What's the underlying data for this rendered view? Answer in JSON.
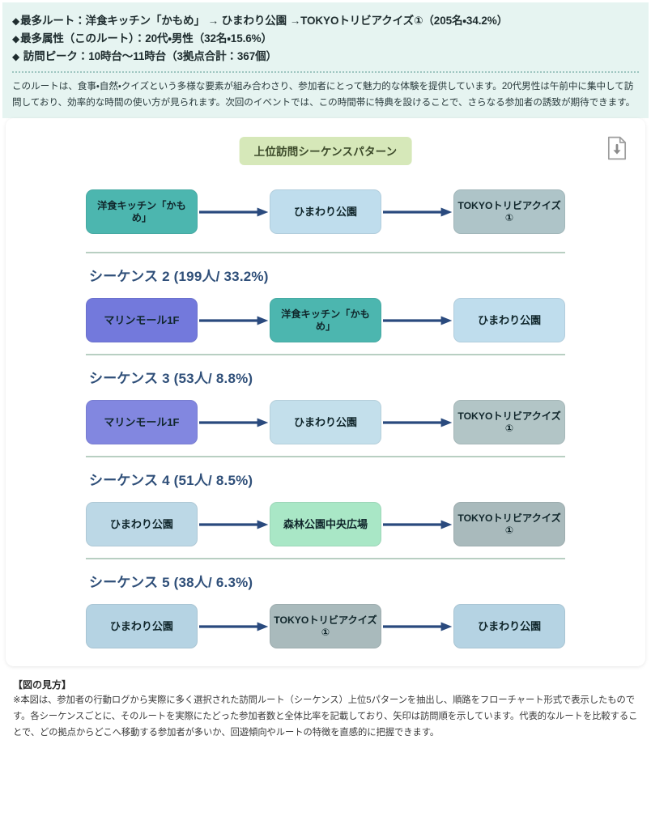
{
  "summary": {
    "bullets": [
      {
        "mark": "◆",
        "text": "最多ルート：洋食キッチン「かもめ」 → ひまわり公園 →TOKYOトリビアクイズ①（205名・34.2%）"
      },
      {
        "mark": "◆",
        "text": "最多属性（このルート）：20代・男性（32名・15.6%）"
      },
      {
        "mark": "◆",
        "text": " 訪問ピーク：10時台〜11時台（3拠点合計：367個）"
      }
    ],
    "paragraph": "このルートは、食事・自然・クイズという多様な要素が組み合わさり、参加者にとって魅力的な体験を提供しています。20代男性は午前中に集中して訪問しており、効率的な時間の使い方が見られます。次回のイベントでは、この時間帯に特典を設けることで、さらなる参加者の誘致が期待できます。"
  },
  "chart": {
    "title": "上位訪問シーケンスパターン",
    "download_icon": "download-file-icon",
    "arrow_color": "#2a4a7e",
    "divider_color": "#b8cfc2",
    "heading_color": "#2f4f79",
    "colors": {
      "restaurant": "#4cb6af",
      "park_light": "#bfdded",
      "park_blue": "#aed0e3",
      "quiz_gray": "#aec4c8",
      "mall_purple": "#7379dc",
      "forest_green": "#a9e7c6"
    }
  },
  "chart_data": {
    "type": "diagram",
    "title": "上位訪問シーケンスパターン",
    "sequences": [
      {
        "label": "",
        "count": 205,
        "count_unit": "人",
        "percent": 34.2,
        "show_heading": false,
        "nodes": [
          {
            "label": "洋食キッチン「かもめ」",
            "color": "#4cb6af",
            "small": true
          },
          {
            "label": "ひまわり公園",
            "color": "#bfdded",
            "small": false
          },
          {
            "label": "TOKYOトリビアクイズ①",
            "color": "#aec4c8",
            "small": true
          }
        ]
      },
      {
        "label": "シーケンス 2 (199人/ 33.2%)",
        "count": 199,
        "count_unit": "人",
        "percent": 33.2,
        "show_heading": true,
        "nodes": [
          {
            "label": "マリンモール1F",
            "color": "#7379dc",
            "small": false
          },
          {
            "label": "洋食キッチン「かもめ」",
            "color": "#4cb6af",
            "small": true
          },
          {
            "label": "ひまわり公園",
            "color": "#bfdded",
            "small": false
          }
        ]
      },
      {
        "label": "シーケンス 3 (53人/ 8.8%)",
        "count": 53,
        "count_unit": "人",
        "percent": 8.8,
        "show_heading": true,
        "nodes": [
          {
            "label": "マリンモール1F",
            "color": "#8287e0",
            "small": false
          },
          {
            "label": "ひまわり公園",
            "color": "#c3dfeb",
            "small": false
          },
          {
            "label": "TOKYOトリビアクイズ①",
            "color": "#b2c5c6",
            "small": true
          }
        ]
      },
      {
        "label": "シーケンス 4 (51人/ 8.5%)",
        "count": 51,
        "count_unit": "人",
        "percent": 8.5,
        "show_heading": true,
        "nodes": [
          {
            "label": "ひまわり公園",
            "color": "#bcd8e6",
            "small": false
          },
          {
            "label": "森林公園中央広場",
            "color": "#a9e7c6",
            "small": false
          },
          {
            "label": "TOKYOトリビアクイズ①",
            "color": "#a9babc",
            "small": true
          }
        ]
      },
      {
        "label": "シーケンス 5 (38人/ 6.3%)",
        "count": 38,
        "count_unit": "人",
        "percent": 6.3,
        "show_heading": true,
        "nodes": [
          {
            "label": "ひまわり公園",
            "color": "#b5d3e3",
            "small": false
          },
          {
            "label": "TOKYOトリビアクイズ①",
            "color": "#a9babc",
            "small": true
          },
          {
            "label": "ひまわり公園",
            "color": "#b5d3e3",
            "small": false
          }
        ]
      }
    ]
  },
  "footer": {
    "title": "【図の見方】",
    "body": "※本図は、参加者の行動ログから実際に多く選択された訪問ルート（シーケンス）上位5パターンを抽出し、順路をフローチャート形式で表示したものです。各シーケンスごとに、そのルートを実際にたどった参加者数と全体比率を記載しており、矢印は訪問順を示しています。代表的なルートを比較することで、どの拠点からどこへ移動する参加者が多いか、回遊傾向やルートの特徴を直感的に把握できます。"
  }
}
